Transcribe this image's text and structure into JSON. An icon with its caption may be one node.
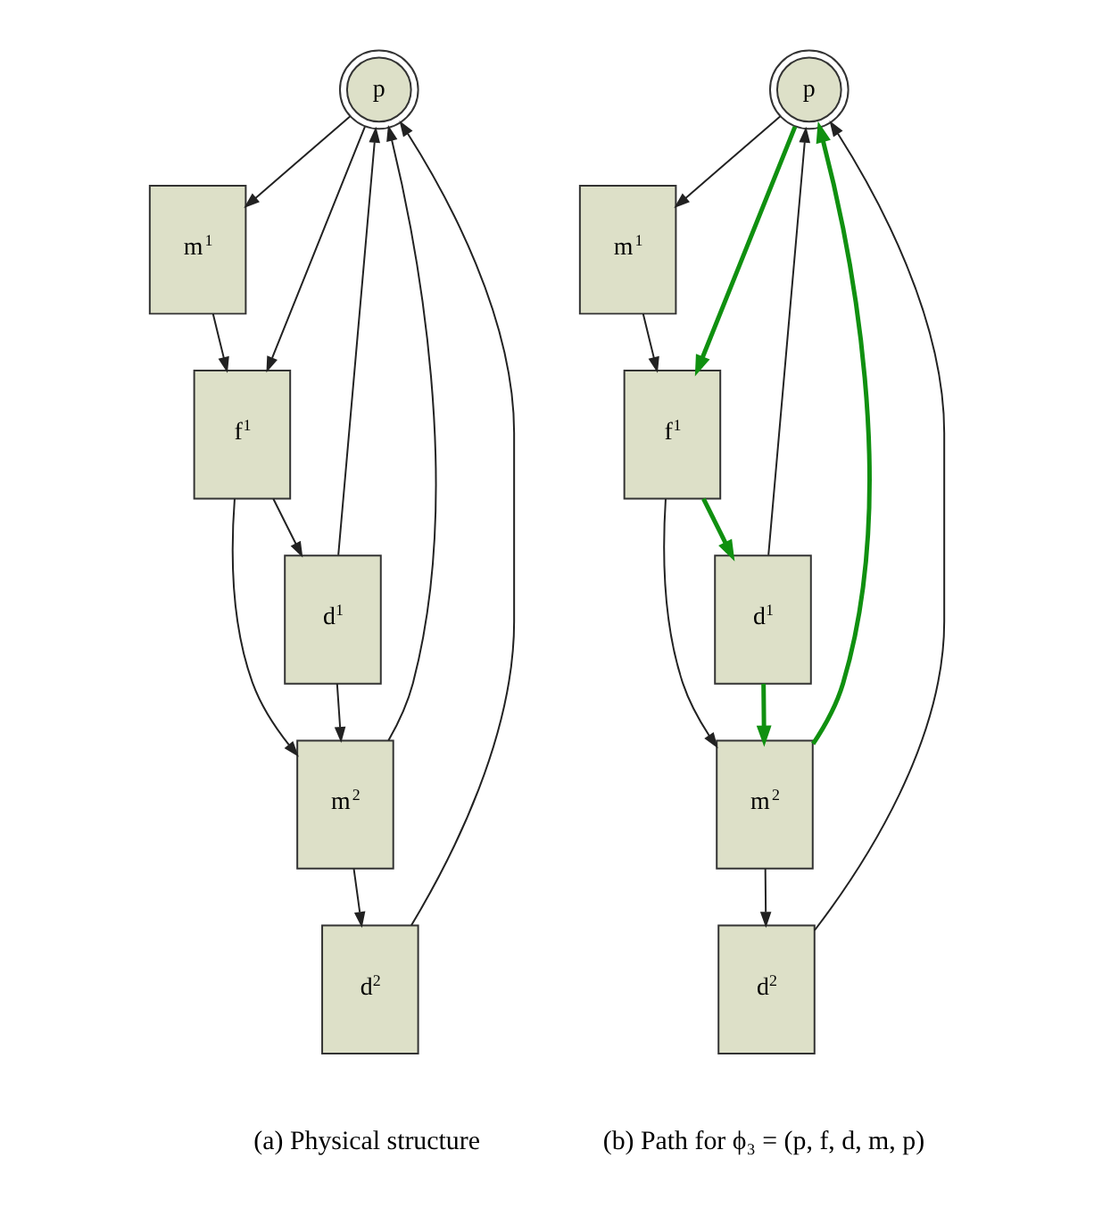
{
  "diagram": {
    "nodes": [
      {
        "text": [
          "p"
        ]
      },
      {
        "text": [
          "m$^{1}$"
        ]
      },
      {
        "text": [
          "f$^{1}$"
        ]
      },
      {
        "text": [
          "d$^{1}$"
        ]
      },
      {
        "text": [
          "m$^{2}$"
        ]
      },
      {
        "text": [
          "d$^{2}$"
        ]
      },
      {
        "text": [
          "p"
        ]
      },
      {
        "text": [
          "m$^{1}$"
        ]
      },
      {
        "text": [
          "f$^{1}$"
        ]
      },
      {
        "text": [
          "d$^{1}$"
        ]
      },
      {
        "text": [
          "m$^{2}$"
        ]
      },
      {
        "text": [
          "d$^{2}$"
        ]
      }
    ],
    "edges": [
      {
        "from": 0,
        "to": 1,
        "arrow": "to"
      },
      {
        "from": 0,
        "to": 2,
        "arrow": "to"
      },
      {
        "from": 1,
        "to": 2,
        "arrow": "to"
      },
      {
        "from": 2,
        "to": 3,
        "arrow": "to"
      },
      {
        "from": 2,
        "to": 4,
        "arrow": "to"
      },
      {
        "from": 3,
        "to": 0,
        "arrow": "to"
      },
      {
        "from": 3,
        "to": 4,
        "arrow": "to"
      },
      {
        "from": 4,
        "to": 0,
        "arrow": "to"
      },
      {
        "from": 4,
        "to": 5,
        "arrow": "to"
      },
      {
        "from": 5,
        "to": 0,
        "arrow": "to"
      },
      {
        "from": 6,
        "to": 7,
        "arrow": "to"
      },
      {
        "from": 6,
        "to": 8,
        "arrow": "to",
        "color": "#109010"
      },
      {
        "from": 7,
        "to": 8,
        "arrow": "to"
      },
      {
        "from": 8,
        "to": 9,
        "arrow": "to",
        "color": "#109010"
      },
      {
        "from": 8,
        "to": 10,
        "arrow": "to"
      },
      {
        "from": 9,
        "to": 6,
        "arrow": "to"
      },
      {
        "from": 9,
        "to": 10,
        "arrow": "to",
        "color": "#109010"
      },
      {
        "from": 10,
        "to": 6,
        "arrow": "to",
        "color": "#109010"
      },
      {
        "from": 10,
        "to": 11,
        "arrow": "to"
      },
      {
        "from": 11,
        "to": 6,
        "arrow": "to"
      }
    ],
    "labels": [
      "(a) Physical structure",
      "(b) Path for ϕ₃ = (p, f, d, m, p)"
    ]
  }
}
